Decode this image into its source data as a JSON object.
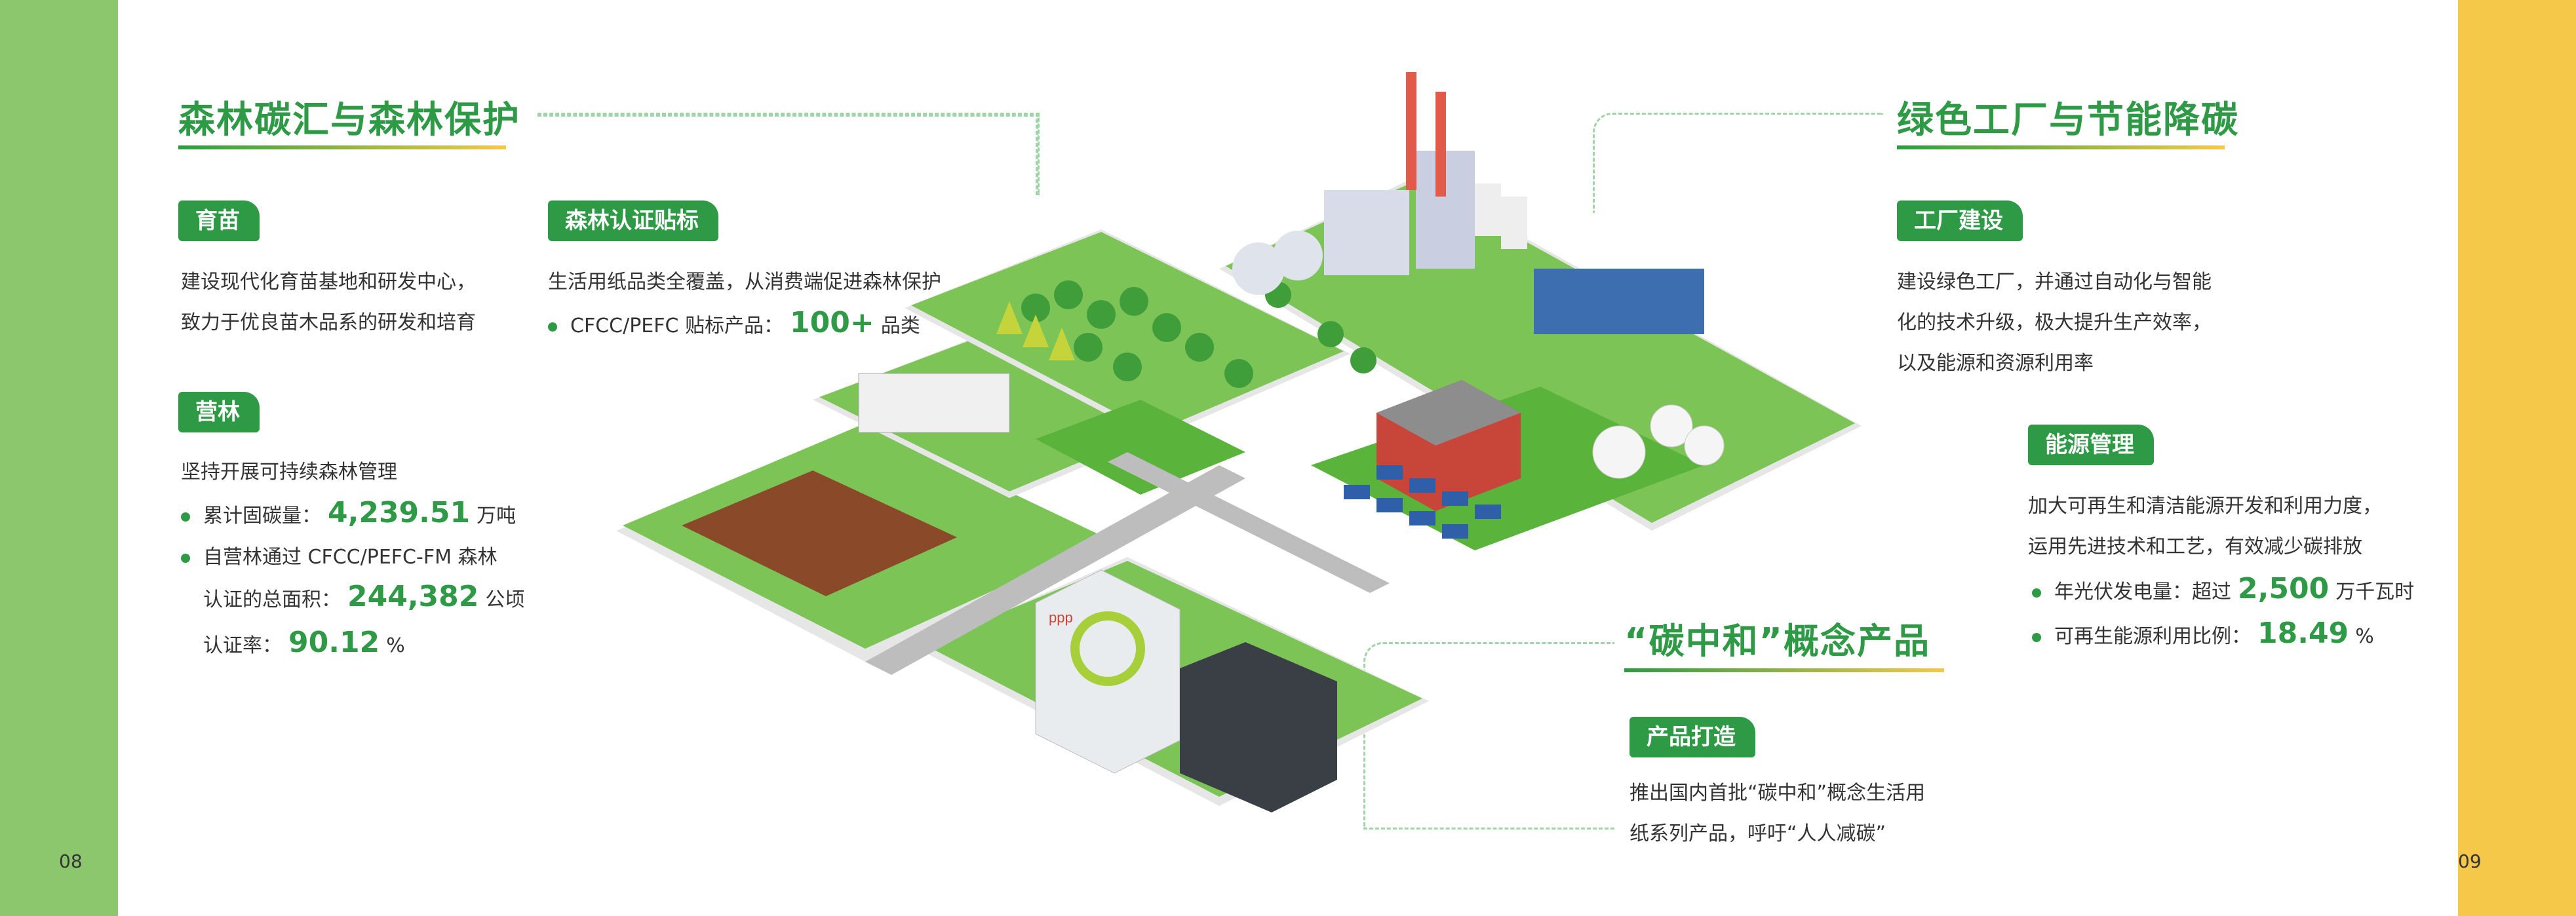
{
  "pages": {
    "left": "08",
    "right": "09"
  },
  "forest": {
    "title": "森林碳汇与森林保护",
    "nursery": {
      "tag": "育苗",
      "lines": [
        "建设现代化育苗基地和研发中心，",
        "致力于优良苗木品系的研发和培育"
      ]
    },
    "plantation": {
      "tag": "营林",
      "intro": "坚持开展可持续森林管理",
      "carbon_label": "累计固碳量：",
      "carbon_value": "4,239.51",
      "carbon_unit": "万吨",
      "area_label_1": "自营林通过 CFCC/PEFC-FM 森林",
      "area_label_2": "认证的总面积：",
      "area_value": "244,382",
      "area_unit": "公顷",
      "rate_label": "认证率：",
      "rate_value": "90.12",
      "rate_unit": "%"
    },
    "label": {
      "tag": "森林认证贴标",
      "line": "生活用纸品类全覆盖，从消费端促进森林保护",
      "bullet_label": "CFCC/PEFC 贴标产品：",
      "bullet_value": "100+",
      "bullet_unit": "品类"
    }
  },
  "factory": {
    "title": "绿色工厂与节能降碳",
    "build": {
      "tag": "工厂建设",
      "lines": [
        "建设绿色工厂，并通过自动化与智能",
        "化的技术升级，极大提升生产效率，",
        "以及能源和资源利用率"
      ]
    },
    "energy": {
      "tag": "能源管理",
      "lines": [
        "加大可再生和清洁能源开发和利用力度，",
        "运用先进技术和工艺，有效减少碳排放"
      ],
      "pv_label": "年光伏发电量：超过",
      "pv_value": "2,500",
      "pv_unit": "万千瓦时",
      "renew_label": "可再生能源利用比例：",
      "renew_value": "18.49",
      "renew_unit": "%"
    }
  },
  "product": {
    "title": "“碳中和”概念产品",
    "make": {
      "tag": "产品打造",
      "lines": [
        "推出国内首批“碳中和”概念生活用",
        "纸系列产品，呼吁“人人减碳”"
      ]
    }
  },
  "scene": {
    "sign_text": "ppp"
  },
  "colors": {
    "green": "#2e9a46",
    "grass": "#6cc24a",
    "yellow": "#f5c84a"
  }
}
